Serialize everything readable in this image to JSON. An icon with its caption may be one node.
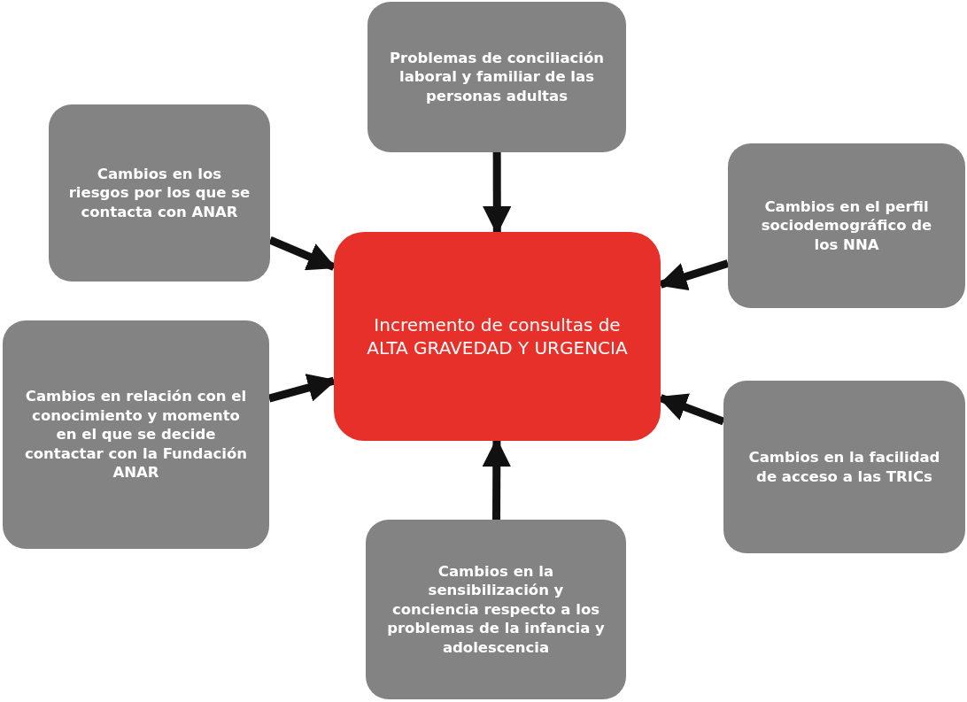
{
  "diagram": {
    "nodes": [
      {
        "text": [
          "Problemas de conciliación laboral y familiar de las personas adultas"
        ]
      },
      {
        "text": [
          "Cambios en los riesgos por los que se contacta con ANAR"
        ]
      },
      {
        "text": [
          "Cambios en el perfil sociodemográfico de los NNA"
        ]
      },
      {
        "text": [
          "Incremento de consultas de ALTA GRAVEDAD Y URGENCIA"
        ]
      },
      {
        "text": [
          "Cambios en relación con el conocimiento y momento en el que se decide contactar con la Fundación ANAR"
        ]
      },
      {
        "text": [
          "Cambios en la facilidad de acceso a las TRICs"
        ]
      },
      {
        "text": [
          "Cambios en la sensibilización y conciencia respecto a los problemas de la infancia y adolescencia"
        ]
      }
    ],
    "edges": [
      {
        "from": 0,
        "to": 3,
        "arrow": "to"
      },
      {
        "from": 1,
        "to": 3,
        "arrow": "to"
      },
      {
        "from": 2,
        "to": 3,
        "arrow": "to"
      },
      {
        "from": 4,
        "to": 3,
        "arrow": "to"
      },
      {
        "from": 5,
        "to": 3,
        "arrow": "to"
      },
      {
        "from": 6,
        "to": 3,
        "arrow": "to"
      }
    ]
  }
}
